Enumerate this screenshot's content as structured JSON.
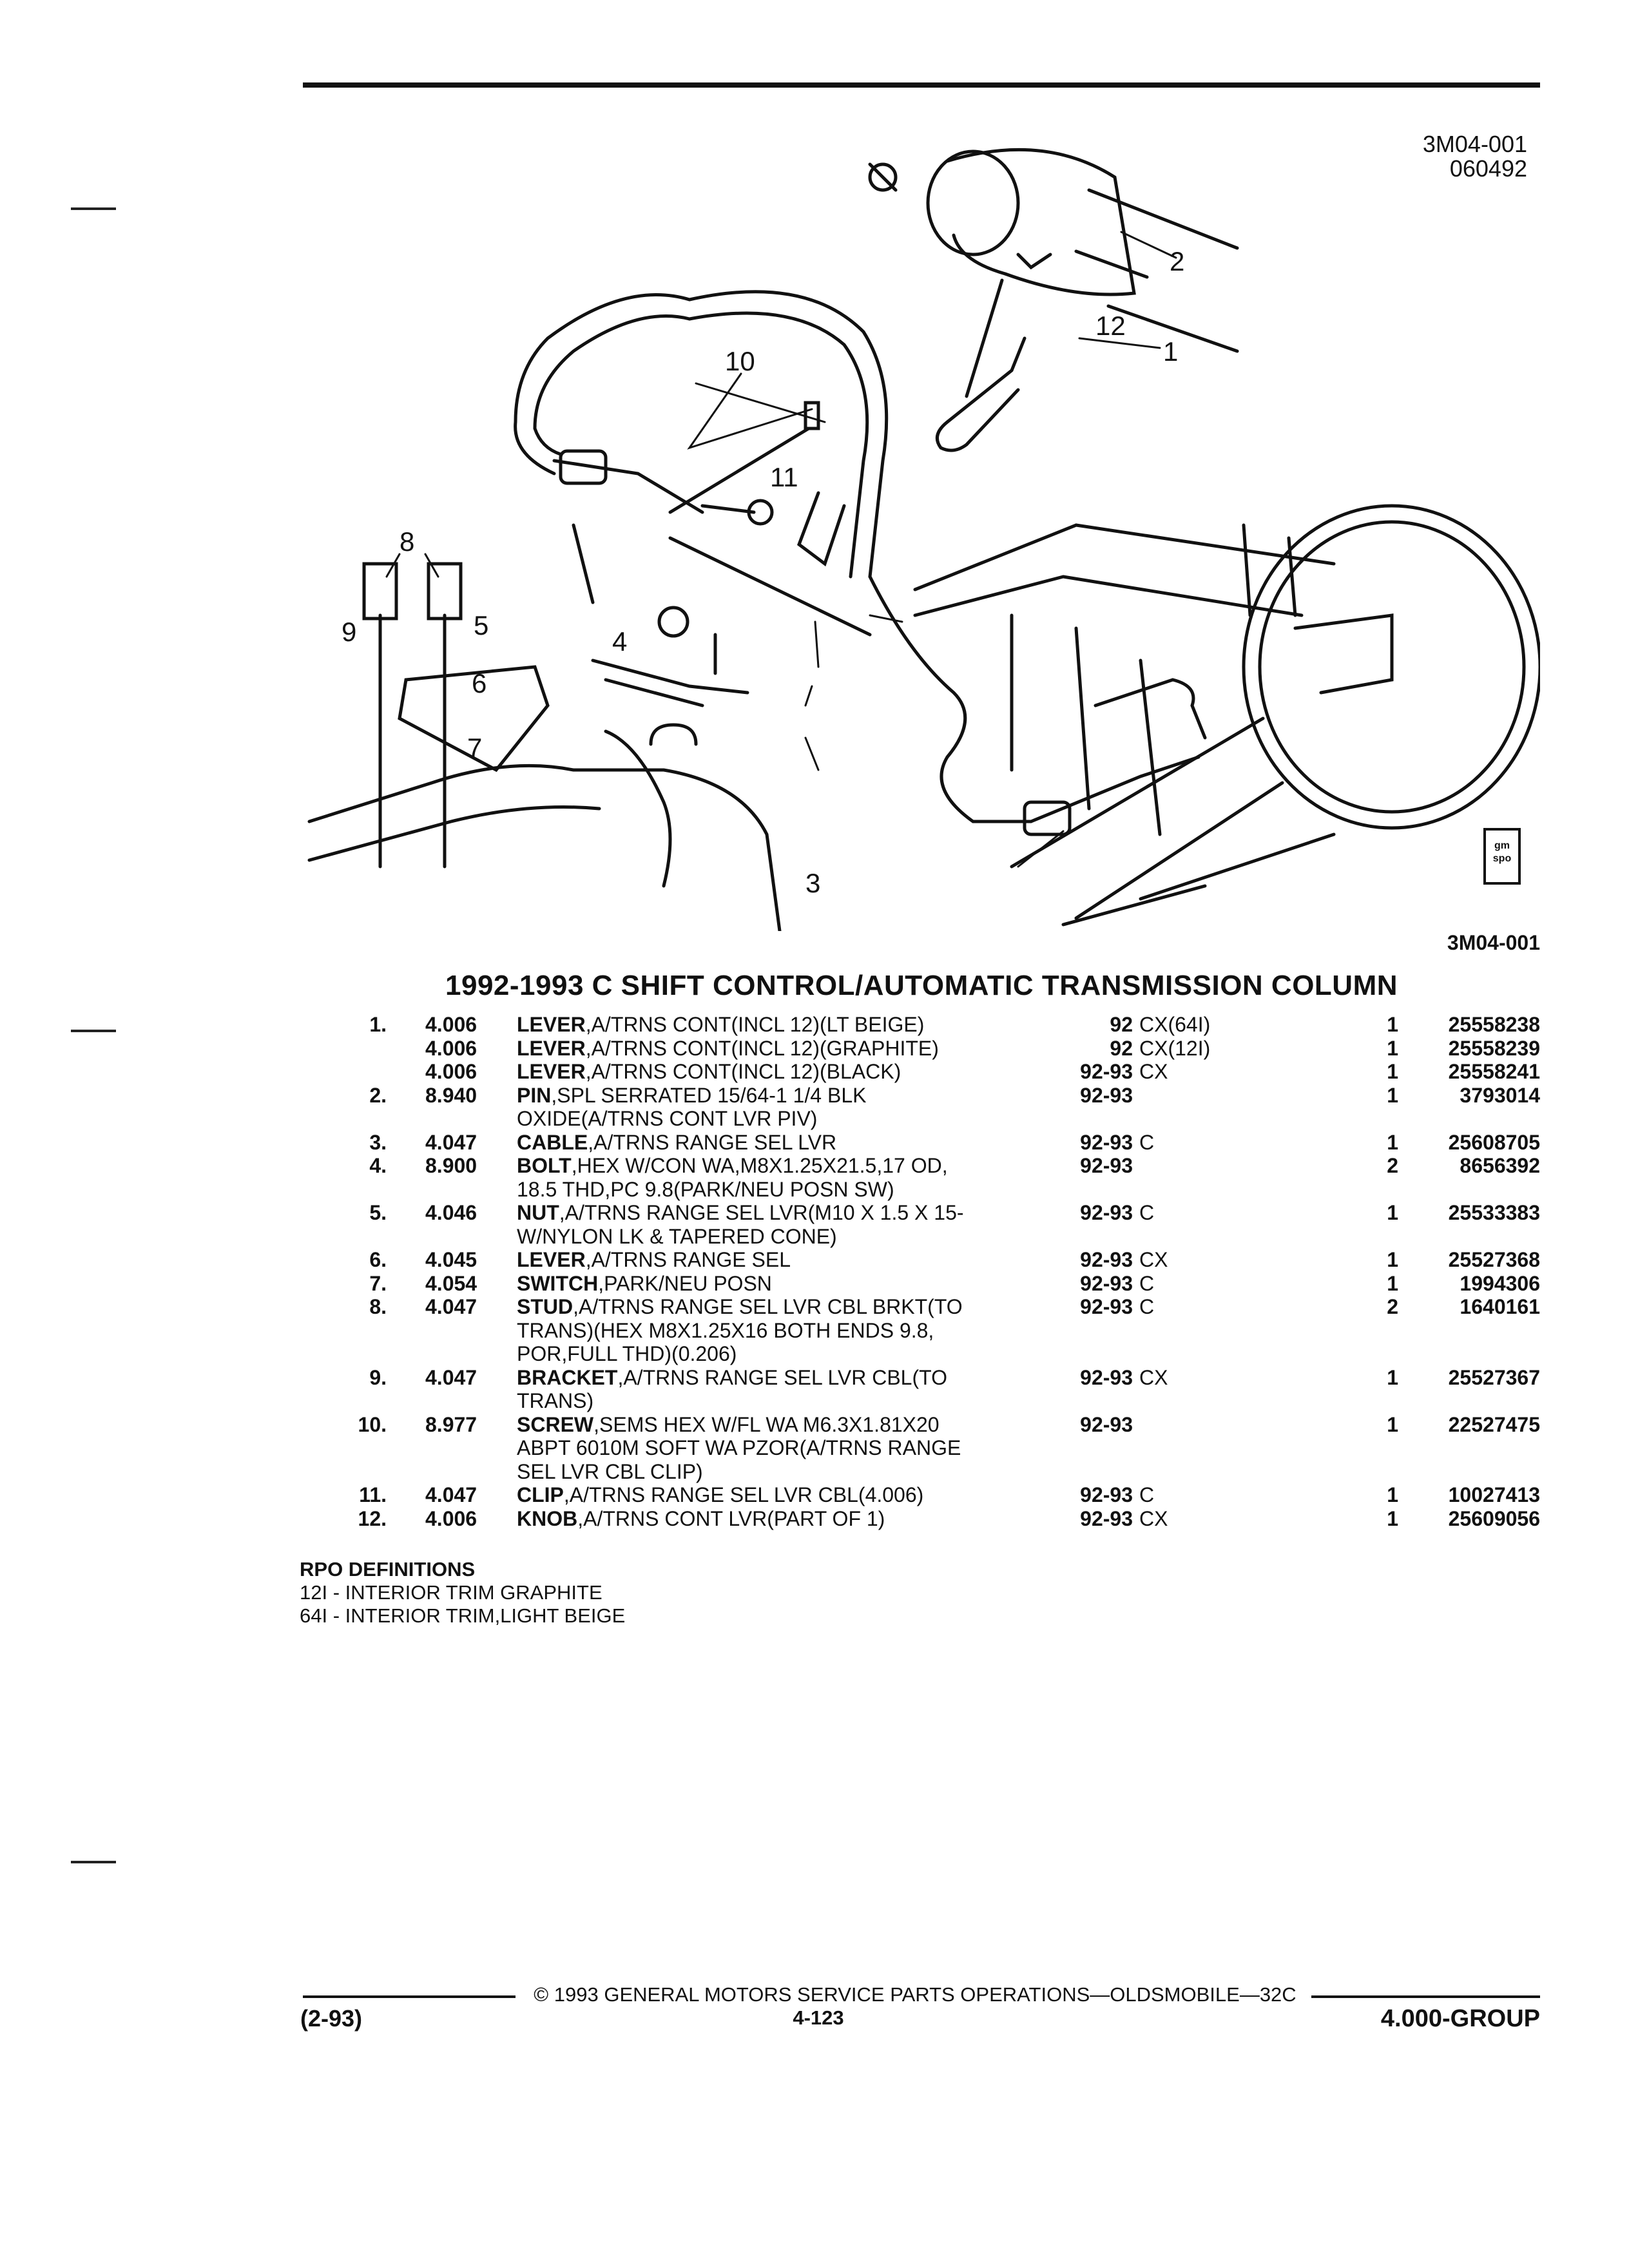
{
  "figure": {
    "code_top": "3M04-001",
    "date_top": "060492",
    "code_bottom": "3M04-001",
    "badge": "gm spo",
    "callouts": [
      "1",
      "2",
      "3",
      "4",
      "5",
      "6",
      "7",
      "8",
      "9",
      "10",
      "11",
      "12"
    ]
  },
  "title": "1992-1993 C SHIFT CONTROL/AUTOMATIC TRANSMISSION COLUMN",
  "parts": [
    {
      "num": "1.",
      "group": "4.006",
      "name": "LEVER",
      "desc": ",A/TRNS CONT(INCL 12)(LT BEIGE)",
      "years": "92",
      "model": "CX(64I)",
      "qty": "1",
      "part": "25558238"
    },
    {
      "num": "",
      "group": "4.006",
      "name": "LEVER",
      "desc": ",A/TRNS CONT(INCL 12)(GRAPHITE)",
      "years": "92",
      "model": "CX(12I)",
      "qty": "1",
      "part": "25558239"
    },
    {
      "num": "",
      "group": "4.006",
      "name": "LEVER",
      "desc": ",A/TRNS CONT(INCL 12)(BLACK)",
      "years": "92-93",
      "model": "CX",
      "qty": "1",
      "part": "25558241"
    },
    {
      "num": "2.",
      "group": "8.940",
      "name": "PIN",
      "desc": ",SPL SERRATED 15/64-1 1/4 BLK",
      "years": "92-93",
      "model": "",
      "qty": "1",
      "part": "3793014"
    },
    {
      "num": "",
      "group": "",
      "name": "",
      "desc": "OXIDE(A/TRNS CONT LVR PIV)",
      "years": "",
      "model": "",
      "qty": "",
      "part": ""
    },
    {
      "num": "3.",
      "group": "4.047",
      "name": "CABLE",
      "desc": ",A/TRNS RANGE SEL LVR",
      "years": "92-93",
      "model": "C",
      "qty": "1",
      "part": "25608705"
    },
    {
      "num": "4.",
      "group": "8.900",
      "name": "BOLT",
      "desc": ",HEX W/CON WA,M8X1.25X21.5,17 OD,",
      "years": "92-93",
      "model": "",
      "qty": "2",
      "part": "8656392"
    },
    {
      "num": "",
      "group": "",
      "name": "",
      "desc": "18.5 THD,PC 9.8(PARK/NEU POSN SW)",
      "years": "",
      "model": "",
      "qty": "",
      "part": ""
    },
    {
      "num": "5.",
      "group": "4.046",
      "name": "NUT",
      "desc": ",A/TRNS RANGE SEL LVR(M10 X 1.5 X 15-",
      "years": "92-93",
      "model": "C",
      "qty": "1",
      "part": "25533383"
    },
    {
      "num": "",
      "group": "",
      "name": "",
      "desc": "W/NYLON LK & TAPERED CONE)",
      "years": "",
      "model": "",
      "qty": "",
      "part": ""
    },
    {
      "num": "6.",
      "group": "4.045",
      "name": "LEVER",
      "desc": ",A/TRNS RANGE SEL",
      "years": "92-93",
      "model": "CX",
      "qty": "1",
      "part": "25527368"
    },
    {
      "num": "7.",
      "group": "4.054",
      "name": "SWITCH",
      "desc": ",PARK/NEU POSN",
      "years": "92-93",
      "model": "C",
      "qty": "1",
      "part": "1994306"
    },
    {
      "num": "8.",
      "group": "4.047",
      "name": "STUD",
      "desc": ",A/TRNS RANGE SEL LVR CBL BRKT(TO",
      "years": "92-93",
      "model": "C",
      "qty": "2",
      "part": "1640161"
    },
    {
      "num": "",
      "group": "",
      "name": "",
      "desc": "TRANS)(HEX M8X1.25X16 BOTH ENDS 9.8,",
      "years": "",
      "model": "",
      "qty": "",
      "part": ""
    },
    {
      "num": "",
      "group": "",
      "name": "",
      "desc": "POR,FULL THD)(0.206)",
      "years": "",
      "model": "",
      "qty": "",
      "part": ""
    },
    {
      "num": "9.",
      "group": "4.047",
      "name": "BRACKET",
      "desc": ",A/TRNS RANGE SEL LVR CBL(TO",
      "years": "92-93",
      "model": "CX",
      "qty": "1",
      "part": "25527367"
    },
    {
      "num": "",
      "group": "",
      "name": "",
      "desc": "TRANS)",
      "years": "",
      "model": "",
      "qty": "",
      "part": ""
    },
    {
      "num": "10.",
      "group": "8.977",
      "name": "SCREW",
      "desc": ",SEMS HEX W/FL WA M6.3X1.81X20",
      "years": "92-93",
      "model": "",
      "qty": "1",
      "part": "22527475"
    },
    {
      "num": "",
      "group": "",
      "name": "",
      "desc": "ABPT 6010M SOFT WA PZOR(A/TRNS RANGE",
      "years": "",
      "model": "",
      "qty": "",
      "part": ""
    },
    {
      "num": "",
      "group": "",
      "name": "",
      "desc": "SEL LVR CBL CLIP)",
      "years": "",
      "model": "",
      "qty": "",
      "part": ""
    },
    {
      "num": "11.",
      "group": "4.047",
      "name": "CLIP",
      "desc": ",A/TRNS RANGE SEL LVR CBL(4.006)",
      "years": "92-93",
      "model": "C",
      "qty": "1",
      "part": "10027413"
    },
    {
      "num": "12.",
      "group": "4.006",
      "name": "KNOB",
      "desc": ",A/TRNS CONT LVR(PART OF 1)",
      "years": "92-93",
      "model": "CX",
      "qty": "1",
      "part": "25609056"
    }
  ],
  "rpo": {
    "heading": "RPO DEFINITIONS",
    "items": [
      "12I - INTERIOR TRIM GRAPHITE",
      "64I - INTERIOR TRIM,LIGHT BEIGE"
    ]
  },
  "footer": {
    "copyright": "© 1993 GENERAL MOTORS SERVICE PARTS OPERATIONS—OLDSMOBILE—32C",
    "date": "(2-93)",
    "page": "4-123",
    "group": "4.000-GROUP"
  }
}
